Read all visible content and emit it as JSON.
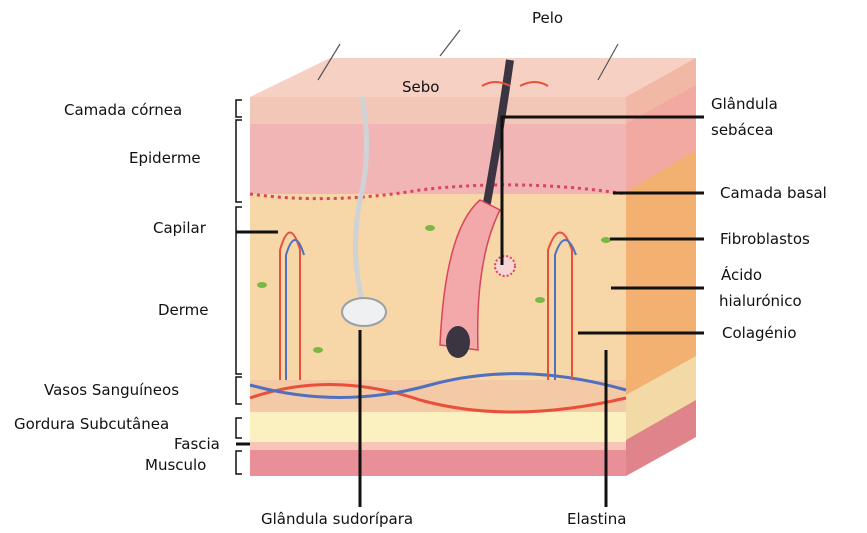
{
  "labels": {
    "pelo": "Pelo",
    "sebo": "Sebo",
    "camada_cornea": "Camada córnea",
    "epiderme": "Epiderme",
    "capilar": "Capilar",
    "derme": "Derme",
    "vasos_sanguineos": "Vasos Sanguíneos",
    "gordura_subcutanea": "Gordura Subcutânea",
    "fascia": "Fascia",
    "musculo": "Musculo",
    "glandula_sudoripara": "Glândula sudorípara",
    "elastina": "Elastina",
    "glandula_sebacea_l1": "Glândula",
    "glandula_sebacea_l2": "sebácea",
    "camada_basal": "Camada basal",
    "fibroblastos": "Fibroblastos",
    "acido_l1": "Ácido",
    "acido_l2": "hialurónico",
    "colagenio": "Colagénio"
  },
  "colors": {
    "stratum_corneum": "#f3c7b8",
    "epidermis": "#f2b5b5",
    "dermis": "#f7d6a8",
    "dermis_side": "#f2b071",
    "fat": "#fbf0c0",
    "muscle": "#e88f98",
    "artery": "#e8503a",
    "vein": "#4f6fbf",
    "leader": "#111111"
  }
}
